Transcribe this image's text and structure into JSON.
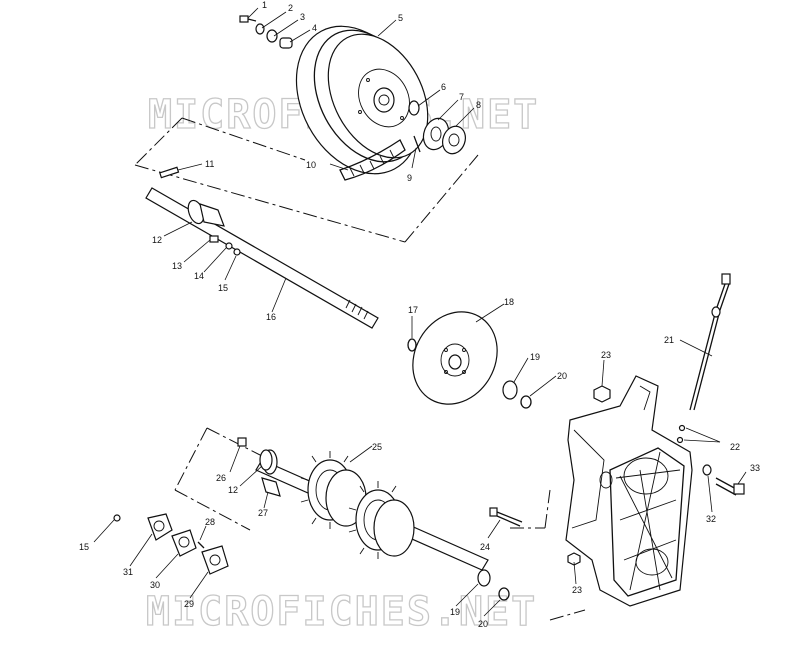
{
  "watermark": {
    "top": "MICROFICHES.NET",
    "bottom": "MICROFICHES.NET"
  },
  "callouts": {
    "c1": "1",
    "c2": "2",
    "c3": "3",
    "c4": "4",
    "c5": "5",
    "c6": "6",
    "c7": "7",
    "c8": "8",
    "c9": "9",
    "c10": "10",
    "c11": "11",
    "c12a": "12",
    "c13": "13",
    "c14": "14",
    "c15a": "15",
    "c16": "16",
    "c17": "17",
    "c18": "18",
    "c19a": "19",
    "c20a": "20",
    "c21": "21",
    "c22": "22",
    "c23a": "23",
    "c33": "33",
    "c32": "32",
    "c25": "25",
    "c26": "26",
    "c12b": "12",
    "c27": "27",
    "c28": "28",
    "c15b": "15",
    "c31": "31",
    "c30": "30",
    "c29": "29",
    "c24": "24",
    "c23b": "23",
    "c19b": "19",
    "c20b": "20"
  }
}
